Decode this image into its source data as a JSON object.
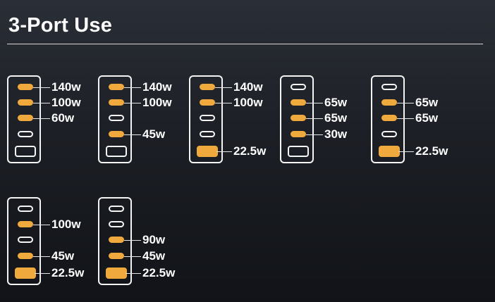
{
  "page": {
    "title": "3-Port Use"
  },
  "configs": [
    {
      "ports": [
        {
          "type": "c",
          "on": true,
          "label": "140w"
        },
        {
          "type": "c",
          "on": true,
          "label": "100w"
        },
        {
          "type": "c",
          "on": true,
          "label": "60w"
        },
        {
          "type": "c",
          "on": false,
          "label": ""
        },
        {
          "type": "a",
          "on": false,
          "label": ""
        }
      ]
    },
    {
      "ports": [
        {
          "type": "c",
          "on": true,
          "label": "140w"
        },
        {
          "type": "c",
          "on": true,
          "label": "100w"
        },
        {
          "type": "c",
          "on": false,
          "label": ""
        },
        {
          "type": "c",
          "on": true,
          "label": "45w"
        },
        {
          "type": "a",
          "on": false,
          "label": ""
        }
      ]
    },
    {
      "ports": [
        {
          "type": "c",
          "on": true,
          "label": "140w"
        },
        {
          "type": "c",
          "on": true,
          "label": "100w"
        },
        {
          "type": "c",
          "on": false,
          "label": ""
        },
        {
          "type": "c",
          "on": false,
          "label": ""
        },
        {
          "type": "a",
          "on": true,
          "label": "22.5w"
        }
      ]
    },
    {
      "ports": [
        {
          "type": "c",
          "on": false,
          "label": ""
        },
        {
          "type": "c",
          "on": true,
          "label": "65w"
        },
        {
          "type": "c",
          "on": true,
          "label": "65w"
        },
        {
          "type": "c",
          "on": true,
          "label": "30w"
        },
        {
          "type": "a",
          "on": false,
          "label": ""
        }
      ]
    },
    {
      "ports": [
        {
          "type": "c",
          "on": false,
          "label": ""
        },
        {
          "type": "c",
          "on": true,
          "label": "65w"
        },
        {
          "type": "c",
          "on": true,
          "label": "65w"
        },
        {
          "type": "c",
          "on": false,
          "label": ""
        },
        {
          "type": "a",
          "on": true,
          "label": "22.5w"
        }
      ]
    },
    {
      "ports": [
        {
          "type": "c",
          "on": false,
          "label": ""
        },
        {
          "type": "c",
          "on": true,
          "label": "100w"
        },
        {
          "type": "c",
          "on": false,
          "label": ""
        },
        {
          "type": "c",
          "on": true,
          "label": "45w"
        },
        {
          "type": "a",
          "on": true,
          "label": "22.5w"
        }
      ]
    },
    {
      "ports": [
        {
          "type": "c",
          "on": false,
          "label": ""
        },
        {
          "type": "c",
          "on": false,
          "label": ""
        },
        {
          "type": "c",
          "on": true,
          "label": "90w"
        },
        {
          "type": "c",
          "on": true,
          "label": "45w"
        },
        {
          "type": "a",
          "on": true,
          "label": "22.5w"
        }
      ]
    }
  ]
}
